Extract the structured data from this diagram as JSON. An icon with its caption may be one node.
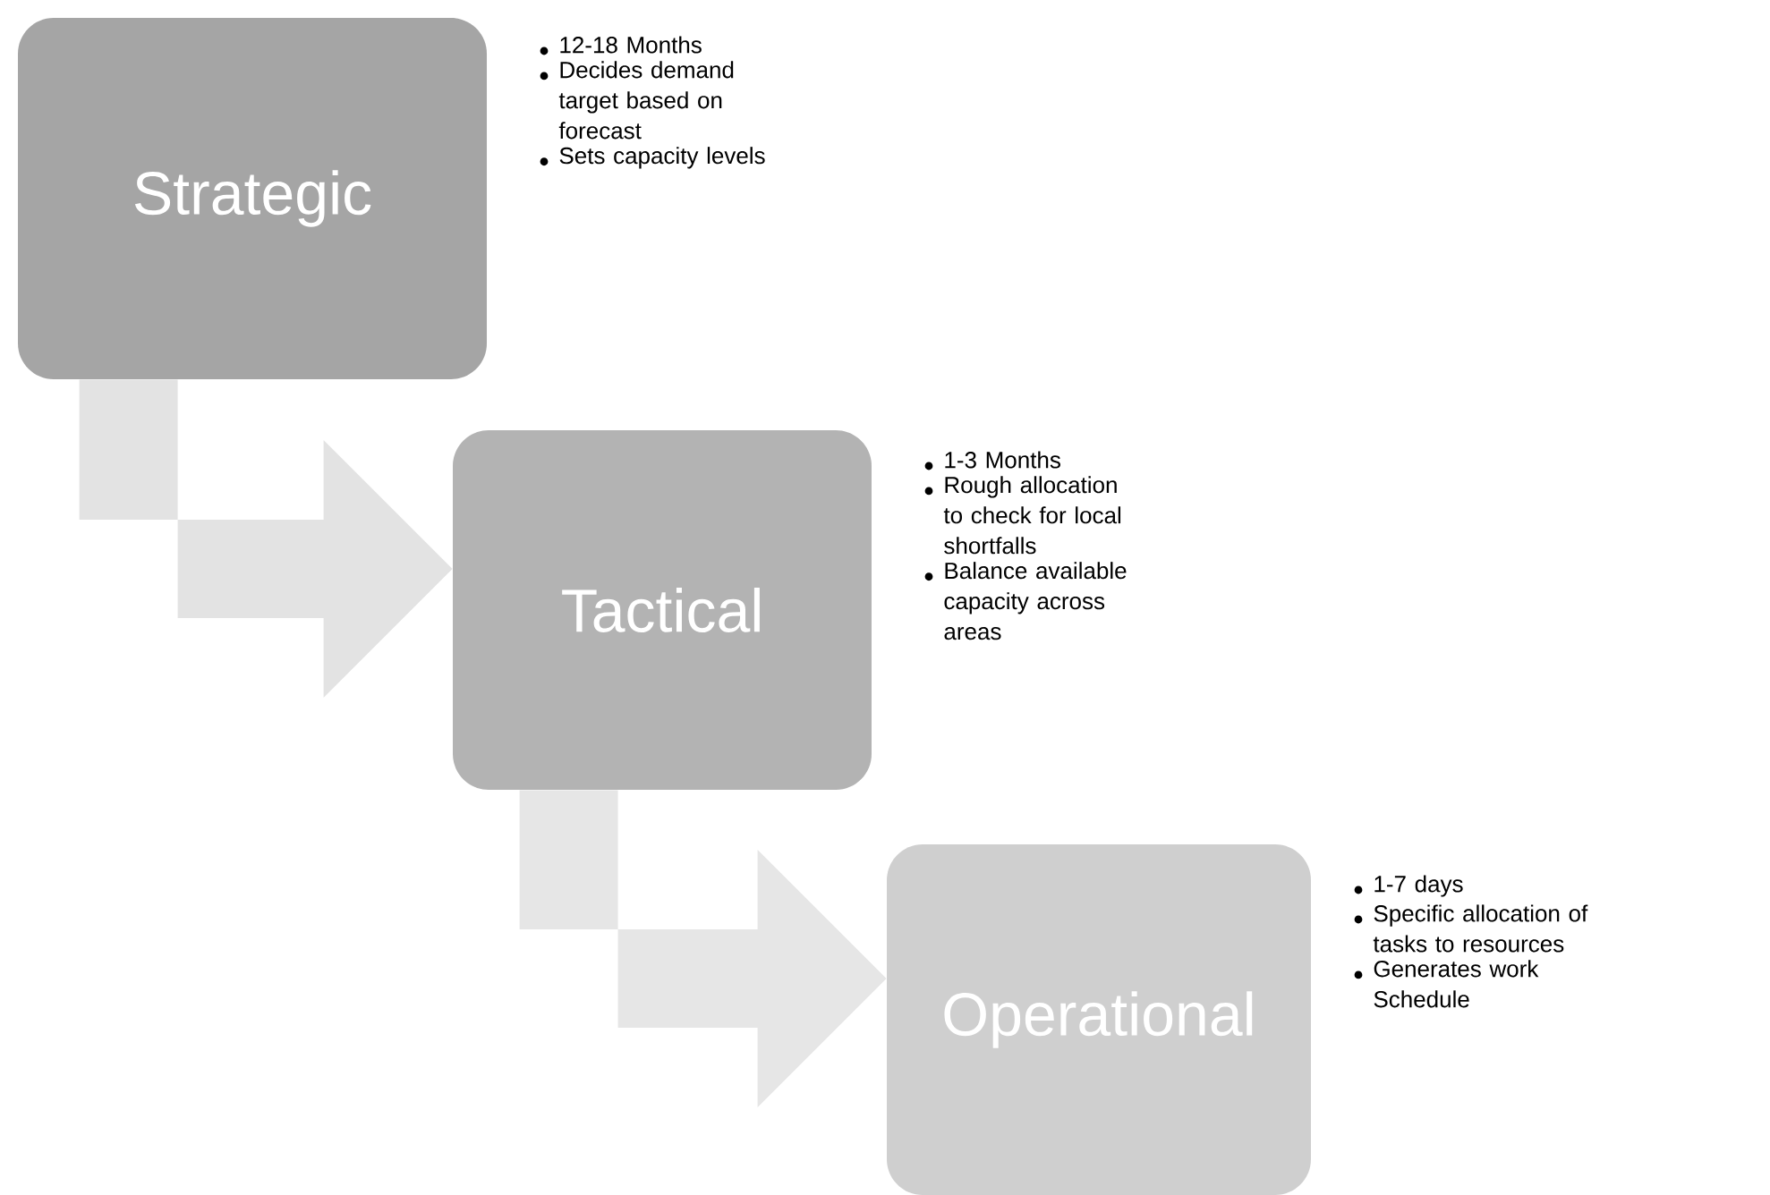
{
  "diagram": {
    "nodes": [
      {
        "text": [
          "Strategic"
        ],
        "beside": [
          "12-18 Months",
          "Decides demand target based on forecast",
          "Sets capacity levels"
        ]
      },
      {
        "text": [
          "Tactical"
        ],
        "beside": [
          "1-3 Months",
          "Rough allocation to check for local shortfalls",
          "Balance available capacity across areas"
        ]
      },
      {
        "text": [
          "Operational"
        ],
        "beside": [
          "1-7 days",
          "Specific allocation of tasks to resources",
          "Generates work Schedule"
        ]
      }
    ],
    "edges": [
      {
        "from": 0,
        "to": 1,
        "arrow": "to"
      },
      {
        "from": 1,
        "to": 2,
        "arrow": "to"
      }
    ]
  }
}
